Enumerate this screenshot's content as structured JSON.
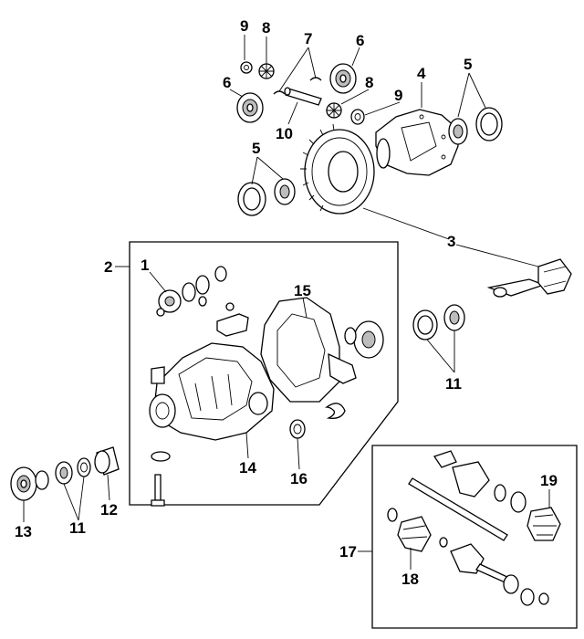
{
  "callouts": {
    "c1": "1",
    "c2": "2",
    "c3": "3",
    "c4": "4",
    "c5a": "5",
    "c5b": "5",
    "c6a": "6",
    "c6b": "6",
    "c7": "7",
    "c8a": "8",
    "c8b": "8",
    "c9a": "9",
    "c9b": "9",
    "c10": "10",
    "c11a": "11",
    "c11b": "11",
    "c12": "12",
    "c13": "13",
    "c14": "14",
    "c15": "15",
    "c16": "16",
    "c17": "17",
    "c18": "18",
    "c19": "19"
  },
  "colors": {
    "line": "#000000",
    "fill": "#ffffff",
    "shade": "#bdbdbd"
  }
}
